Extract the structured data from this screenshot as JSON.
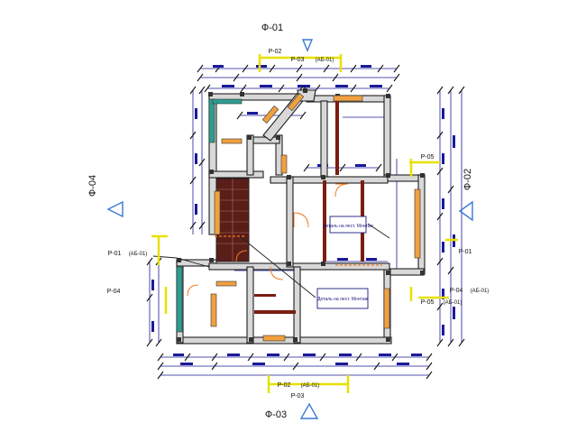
{
  "colors": {
    "wall_fill": "#d8d8d8",
    "wall_stroke": "#1f1f1f",
    "dimension": "#1a1a99",
    "section_yellow": "#e8e000",
    "facade_marker_blue": "#3a78d8",
    "window_orange": "#f0a040",
    "window_teal": "#2d9d90",
    "staircase_dark": "#5a1e18",
    "partition_maroon": "#7a1d10"
  },
  "facades": {
    "top": "Ф-01",
    "right": "Ф-02",
    "bottom": "Ф-03",
    "left": "Ф-04"
  },
  "sections": {
    "p02_top": "Р-02",
    "p03_top": "Р-03",
    "p03_top_ref": "(АБ-01)",
    "p05": "Р-05",
    "p01_right": "Р-01",
    "p04_right": "Р-04",
    "p04_right_ref": "(АБ-01)",
    "p05_bottom": "Р-05",
    "p05_bottom_ref": "(АБ-01)",
    "p01_left": "Р-01",
    "p01_left_ref": "(АБ-01)",
    "p04_left": "Р-04",
    "p02_bottom": "Р-02",
    "p02_bottom_ref": "(АБ-01)",
    "p03_bottom": "Р-03"
  },
  "callouts": {
    "stair_note": "Деталь на лест. Монтаж",
    "lower_note": "Деталь на лест. Монтаж"
  }
}
